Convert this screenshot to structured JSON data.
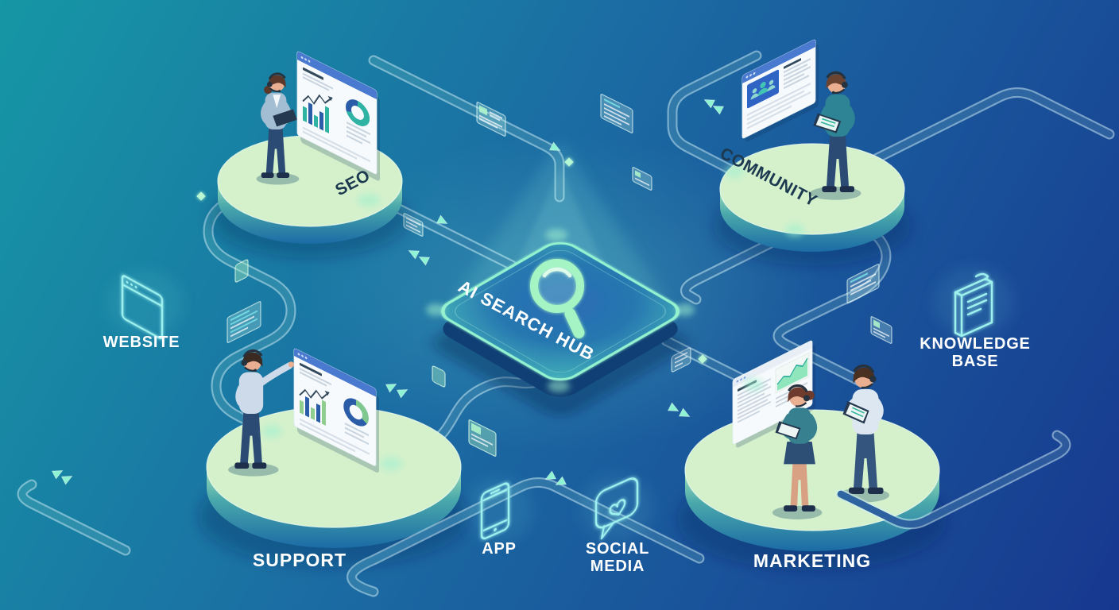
{
  "hub": {
    "label": "AI SEARCH HUB",
    "icon": "magnifier-icon"
  },
  "nodes": {
    "seo": {
      "label": "SEO"
    },
    "community": {
      "label": "COMMUNITY"
    },
    "support": {
      "label": "SUPPORT"
    },
    "marketing": {
      "label": "MARKETING"
    }
  },
  "channels": {
    "website": {
      "label": "WEBSITE",
      "icon": "browser-window-icon"
    },
    "knowledge_base": {
      "label_line1": "KNOWLEDGE",
      "label_line2": "BASE",
      "icon": "book-icon"
    },
    "app": {
      "label": "APP",
      "icon": "smartphone-icon"
    },
    "social_media": {
      "label_line1": "SOCIAL",
      "label_line2": "MEDIA",
      "icon": "chat-bubble-heart-icon"
    }
  },
  "colors": {
    "bg_start": "#1697a5",
    "bg_mid": "#1b6ba3",
    "bg_end": "#17388f",
    "platform_top": "#d4f1cc",
    "platform_side_top": "#9fdfba",
    "platform_side_bottom": "#1b6ba5",
    "ribbon": "#d2f1f8",
    "accent_mint": "#9ff5cf",
    "hub_face_blue": "#2b6cb4",
    "hub_border": "#93f2cf",
    "label_dark": "#1c3950",
    "label_light": "#ffffff",
    "window_bar": "#4a7ad0",
    "chart_teal": "#2fb3a3",
    "chart_blue": "#2b5ca8",
    "chart_green": "#8fce8f"
  }
}
